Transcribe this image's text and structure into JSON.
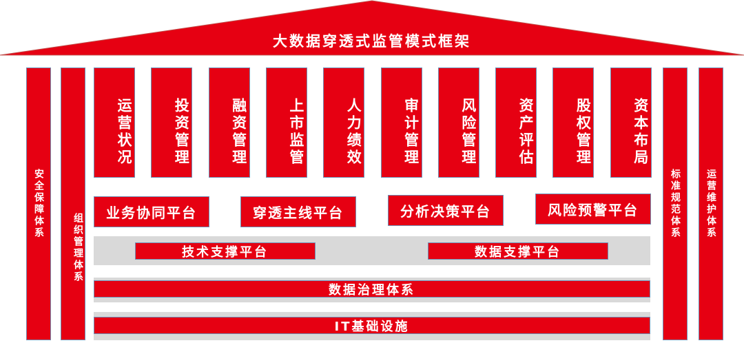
{
  "title": "大数据穿透式监管模式框架",
  "left_pillars": [
    "安全保障体系",
    "组织管理体系"
  ],
  "right_pillars": [
    "标准规范体系",
    "运营维护体系"
  ],
  "columns": [
    "运营状况",
    "投资管理",
    "融资管理",
    "上市监管",
    "人力绩效",
    "审计管理",
    "风险管理",
    "资产评估",
    "股权管理",
    "资本布局"
  ],
  "platforms": [
    "业务协同平台",
    "穿透主线平台",
    "分析决策平台",
    "风险预警平台"
  ],
  "support": [
    "技术支撑平台",
    "数据支撑平台"
  ],
  "governance": "数据治理体系",
  "infrastructure": "IT基础设施",
  "colors": {
    "red": "#e60012",
    "gray": "#d9d9d9"
  }
}
